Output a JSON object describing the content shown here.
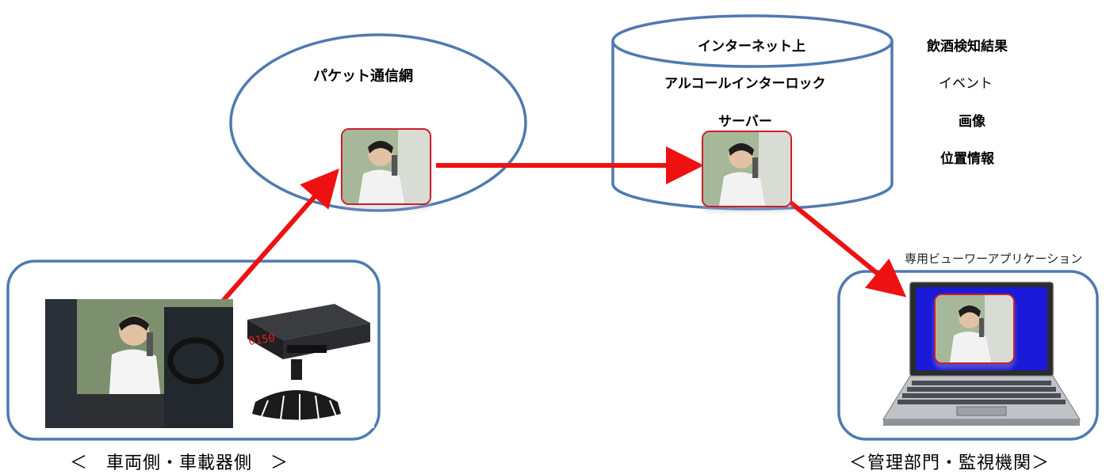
{
  "network": {
    "label": "パケット通信網"
  },
  "server": {
    "line1": "インターネット上",
    "line2": "アルコールインターロック",
    "line3": "サーバー"
  },
  "data_items": [
    "飲酒検知結果",
    "イベント",
    "画像",
    "位置情報"
  ],
  "vehicle": {
    "caption": "＜　車両側・車載器側　＞"
  },
  "management": {
    "caption": "＜管理部門・監視機関＞",
    "viewer_label": "専用ビューワーアプリケーション"
  },
  "device_display": "0150",
  "colors": {
    "outline": "#4f7ab0",
    "arrow": "#ee1111",
    "screen": "#1a1ad8",
    "photo_border": "#cc1f2a"
  }
}
